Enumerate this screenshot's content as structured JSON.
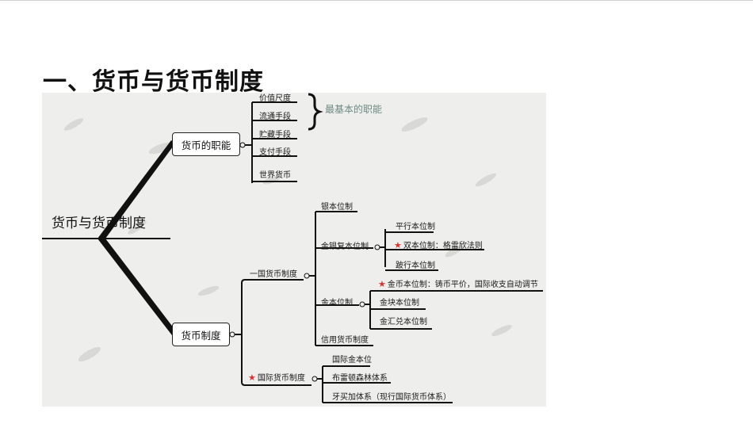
{
  "title": "一、货币与货币制度",
  "diagram": {
    "root": "货币与货币制度",
    "branches": [
      {
        "label": "货币的职能",
        "children": [
          "价值尺度",
          "流通手段",
          "贮藏手段",
          "支付手段",
          "世界货币"
        ],
        "note": "最基本的职能"
      },
      {
        "label": "货币制度",
        "children": [
          {
            "label": "一国货币制度",
            "children": [
              {
                "label": "银本位制"
              },
              {
                "label": "金银复本位制",
                "children": [
                  "平行本位制",
                  "双本位制：格雷欣法则",
                  "跛行本位制"
                ]
              },
              {
                "label": "金本位制",
                "children": [
                  "金币本位制：铸币平价，国际收支自动调节",
                  "金块本位制",
                  "金汇兑本位制"
                ]
              },
              {
                "label": "信用货币制度"
              }
            ]
          },
          {
            "label": "国际货币制度",
            "children": [
              "国际金本位",
              "布雷顿森林体系",
              "牙买加体系（现行国际货币体系）"
            ]
          }
        ]
      }
    ],
    "star_icon": "★",
    "star_color": "#e03030"
  }
}
